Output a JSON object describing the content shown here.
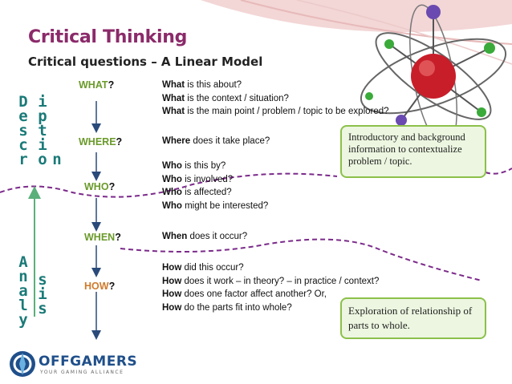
{
  "title": "Critical Thinking",
  "subtitle": "Critical questions – A Linear Model",
  "side_labels": {
    "description_col1": [
      "D",
      "e",
      "s",
      "c",
      "r"
    ],
    "description_col2": [
      "i",
      "p",
      "t",
      "i",
      "o"
    ],
    "description_col3": [
      "n"
    ],
    "analysis_col1": [
      "A",
      "n",
      "a",
      "l",
      "y"
    ],
    "analysis_col2": [
      "s",
      "i",
      "s"
    ]
  },
  "questions": [
    {
      "word": "WHAT",
      "mark": "?",
      "color": "#6a9a2a"
    },
    {
      "word": "WHERE",
      "mark": "?",
      "color": "#6a9a2a"
    },
    {
      "word": "WHO",
      "mark": "?",
      "color": "#6a9a2a"
    },
    {
      "word": "WHEN",
      "mark": "?",
      "color": "#6a9a2a"
    },
    {
      "word": "HOW",
      "mark": "?",
      "color": "#d07a2a"
    }
  ],
  "what_lines": [
    {
      "b": "What",
      "t": " is this about?"
    },
    {
      "b": "What",
      "t": " is the context / situation?"
    },
    {
      "b": "What",
      "t": " is the main point / problem / topic to be explored?"
    }
  ],
  "where_lines": [
    {
      "b": "Where",
      "t": "  does it take place?"
    }
  ],
  "who_lines": [
    {
      "b": "Who",
      "t": " is this by?"
    },
    {
      "b": "Who",
      "t": " is involved?"
    },
    {
      "b": "Who",
      "t": " is affected?"
    },
    {
      "b": "Who",
      "t": " might be interested?"
    }
  ],
  "when_lines": [
    {
      "b": "When",
      "t": "  does it occur?"
    }
  ],
  "how_lines": [
    {
      "b": "How",
      "t": " did this occur?"
    },
    {
      "b": "How",
      "t": " does it work – in theory? – in practice / context?"
    },
    {
      "b": "How",
      "t": " does one factor affect another? Or,"
    },
    {
      "b": "How",
      "t": " do the parts fit into whole?"
    }
  ],
  "note_top": "Introductory and background information to contextualize problem / topic.",
  "note_bottom": "Exploration of relationship of parts to whole.",
  "logo": {
    "name": "OFFGAMERS",
    "tagline": "YOUR GAMING ALLIANCE"
  },
  "colors": {
    "title": "#8b2a6a",
    "side": "#1a7a78",
    "green": "#6a9a2a",
    "orange": "#d07a2a",
    "arrow": "#2a4a7a",
    "dash": "#7b2a8a"
  }
}
